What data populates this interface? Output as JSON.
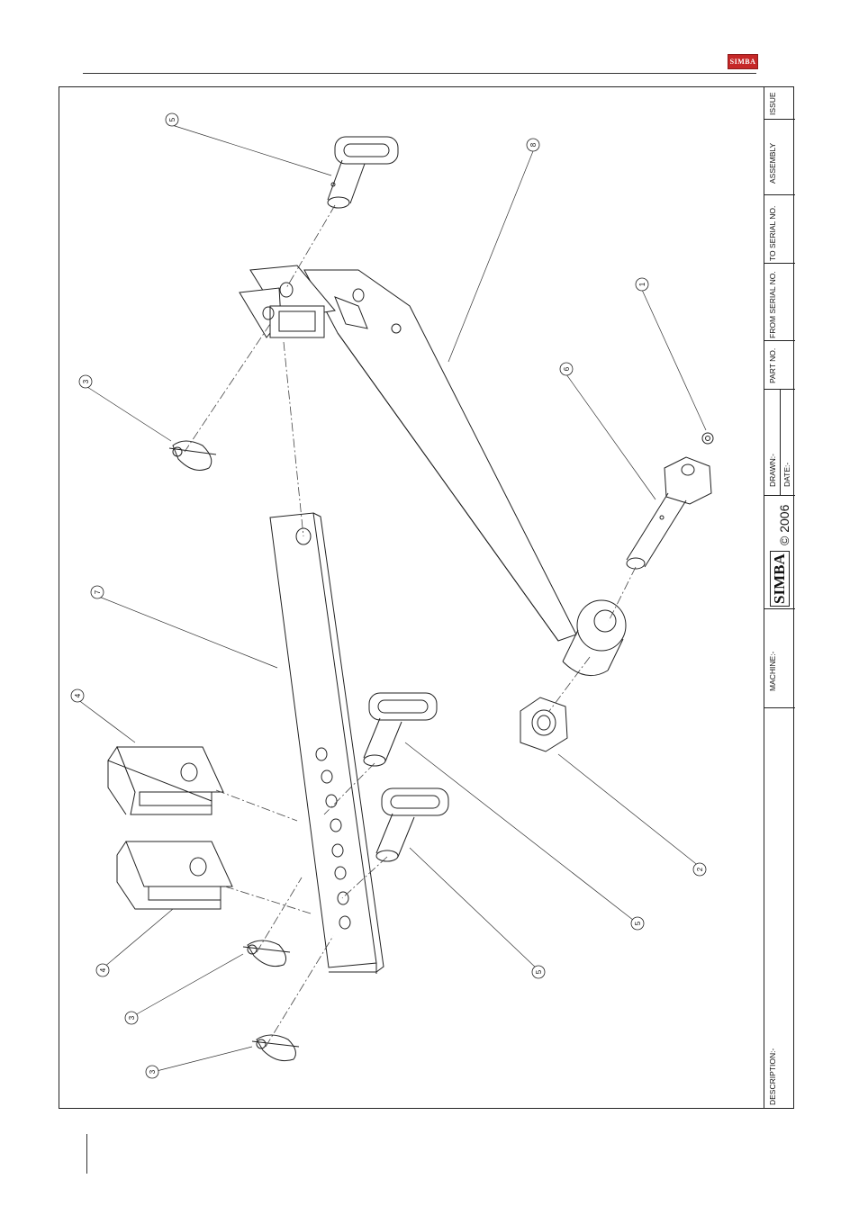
{
  "brand": {
    "logo_text": "SIMBA",
    "title_block_brand": "SIMBA",
    "copyright": "© 2006"
  },
  "title_block": {
    "issue": "ISSUE",
    "assembly": "ASSEMBLY",
    "to_serial_no": "TO SERIAL NO.",
    "from_serial_no": "FROM SERIAL NO.",
    "part_no": "PART NO.",
    "drawn": "DRAWN:-",
    "date": "DATE:-",
    "machine": "MACHINE:-",
    "description": "DESCRIPTION:-"
  },
  "callouts": [
    {
      "id": "c5a",
      "label": "5"
    },
    {
      "id": "c8",
      "label": "8"
    },
    {
      "id": "c1",
      "label": "1"
    },
    {
      "id": "c3a",
      "label": "3"
    },
    {
      "id": "c6",
      "label": "6"
    },
    {
      "id": "c7",
      "label": "7"
    },
    {
      "id": "c4a",
      "label": "4"
    },
    {
      "id": "c2",
      "label": "2"
    },
    {
      "id": "c5b",
      "label": "5"
    },
    {
      "id": "c4b",
      "label": "4"
    },
    {
      "id": "c5c",
      "label": "5"
    },
    {
      "id": "c3b",
      "label": "3"
    },
    {
      "id": "c3c",
      "label": "3"
    }
  ]
}
